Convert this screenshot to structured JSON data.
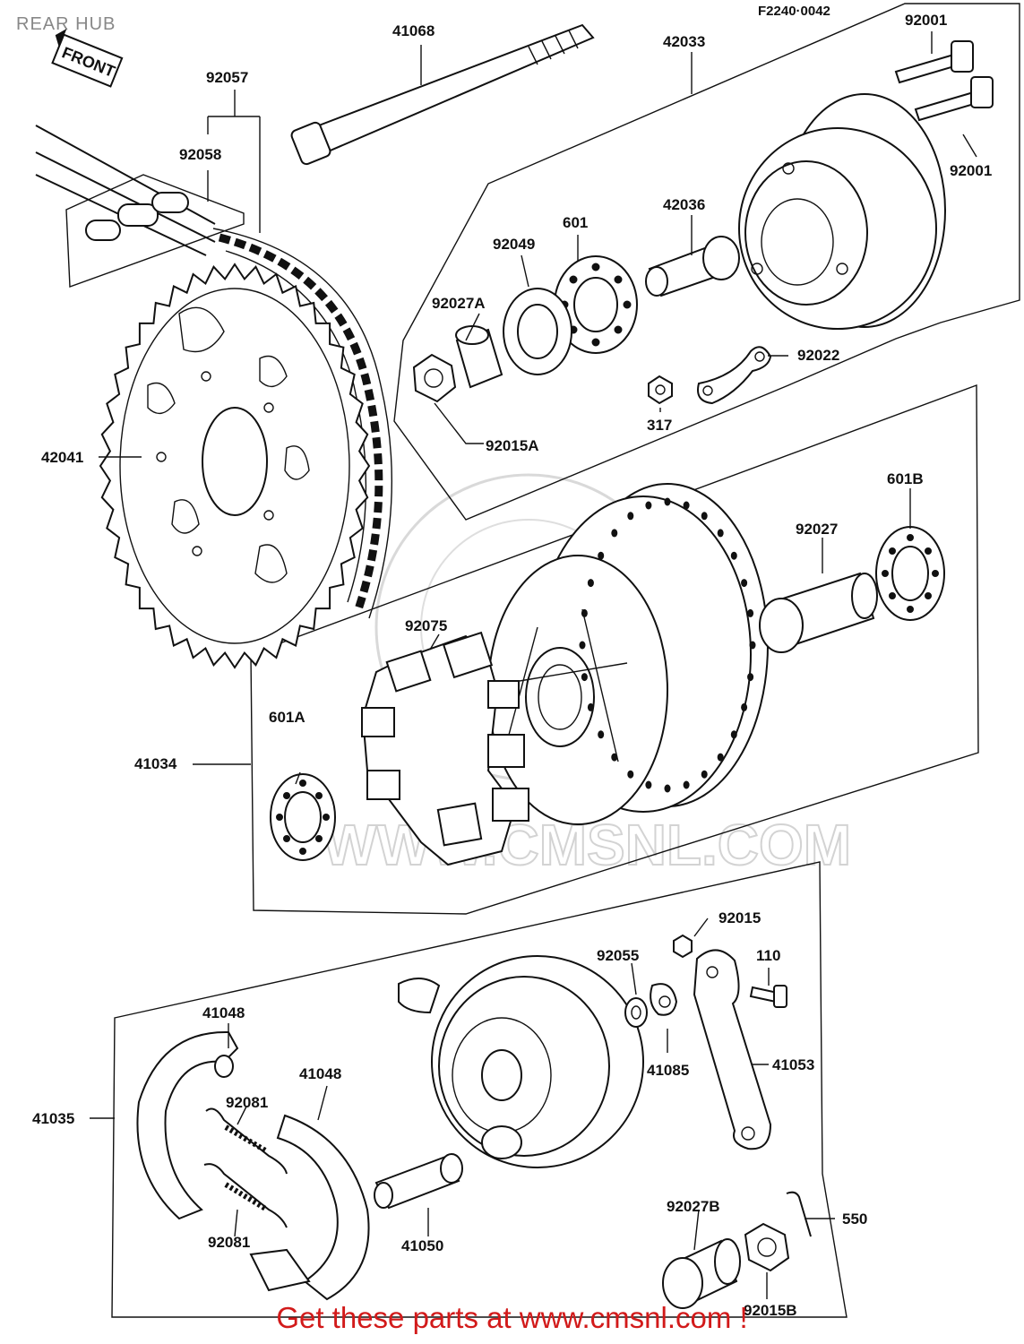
{
  "page": {
    "title": "REAR HUB",
    "figure_code": "F2240·0042",
    "front_label": "FRONT",
    "watermark": "WWW.CMSNL.COM",
    "footer": "Get these parts at www.cmsnl.com !"
  },
  "parts": [
    {
      "id": "p-41068",
      "label": "41068"
    },
    {
      "id": "p-42033",
      "label": "42033"
    },
    {
      "id": "p-92001a",
      "label": "92001"
    },
    {
      "id": "p-92001b",
      "label": "92001"
    },
    {
      "id": "p-92057",
      "label": "92057"
    },
    {
      "id": "p-92058",
      "label": "92058"
    },
    {
      "id": "p-42036",
      "label": "42036"
    },
    {
      "id": "p-601",
      "label": "601"
    },
    {
      "id": "p-92049",
      "label": "92049"
    },
    {
      "id": "p-92027A",
      "label": "92027A"
    },
    {
      "id": "p-92022",
      "label": "92022"
    },
    {
      "id": "p-317",
      "label": "317"
    },
    {
      "id": "p-92015A",
      "label": "92015A"
    },
    {
      "id": "p-42041",
      "label": "42041"
    },
    {
      "id": "p-601B",
      "label": "601B"
    },
    {
      "id": "p-92027",
      "label": "92027"
    },
    {
      "id": "p-92075",
      "label": "92075"
    },
    {
      "id": "p-601A",
      "label": "601A"
    },
    {
      "id": "p-41034",
      "label": "41034"
    },
    {
      "id": "p-92015",
      "label": "92015"
    },
    {
      "id": "p-92055",
      "label": "92055"
    },
    {
      "id": "p-110",
      "label": "110"
    },
    {
      "id": "p-41048a",
      "label": "41048"
    },
    {
      "id": "p-41048b",
      "label": "41048"
    },
    {
      "id": "p-41085",
      "label": "41085"
    },
    {
      "id": "p-41053",
      "label": "41053"
    },
    {
      "id": "p-41035",
      "label": "41035"
    },
    {
      "id": "p-92081a",
      "label": "92081"
    },
    {
      "id": "p-92081b",
      "label": "92081"
    },
    {
      "id": "p-41050",
      "label": "41050"
    },
    {
      "id": "p-92027B",
      "label": "92027B"
    },
    {
      "id": "p-550",
      "label": "550"
    },
    {
      "id": "p-92015B",
      "label": "92015B"
    }
  ]
}
